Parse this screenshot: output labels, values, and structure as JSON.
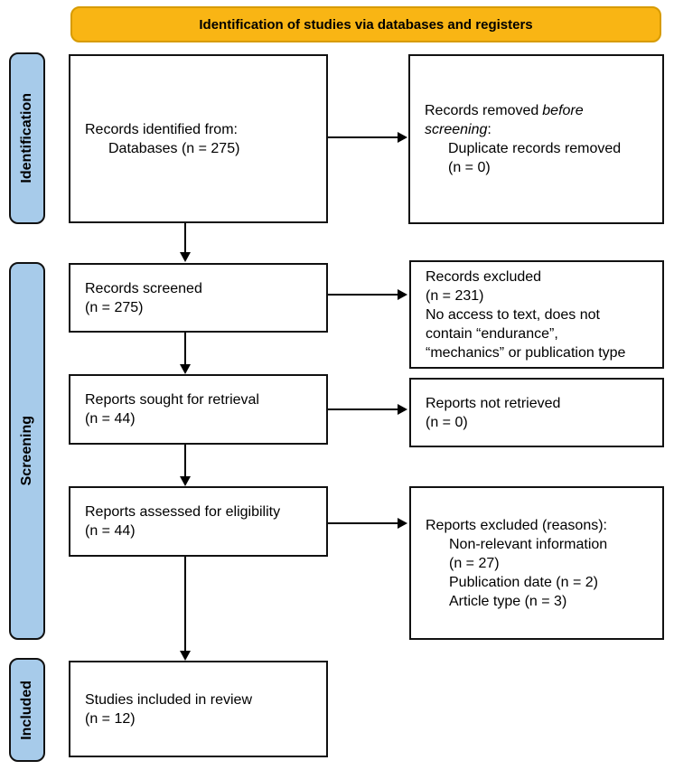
{
  "banner": {
    "label": "Identification of studies via databases and registers"
  },
  "stages": {
    "identification": "Identification",
    "screening": "Screening",
    "included": "Included"
  },
  "colors": {
    "banner_fill": "#F9B514",
    "banner_border": "#D79B00",
    "stage_fill": "#A7CBEA",
    "box_border": "#111111",
    "arrow": "#000000"
  },
  "boxes": {
    "records_identified": {
      "line1": "Records identified from:",
      "line2_indented": "Databases (n = 275)"
    },
    "records_removed": {
      "line1_normal": "Records removed",
      "line1_italic": "before",
      "line2_italic": "screening",
      "line2_normal": ":",
      "item_line1": "Duplicate records removed",
      "item_line2": "(n = 0)"
    },
    "records_screened": {
      "line1": "Records screened",
      "line2": "(n = 275)"
    },
    "records_excluded": {
      "line1": "Records excluded",
      "line2": "(n = 231)",
      "line3": "No access to text, does not",
      "line4": "contain “endurance”,",
      "line5": "“mechanics” or publication type"
    },
    "reports_sought": {
      "line1": "Reports sought for retrieval",
      "line2": "(n = 44)"
    },
    "reports_not_retrieved": {
      "line1": "Reports not retrieved",
      "line2": "(n = 0)"
    },
    "reports_assessed": {
      "line1": "Reports assessed for eligibility",
      "line2": "(n = 44)"
    },
    "reports_excluded": {
      "line1": "Reports excluded (reasons):",
      "item1": "Non-relevant information",
      "item2": "(n = 27)",
      "item3": "Publication date (n = 2)",
      "item4": "Article type (n = 3)"
    },
    "studies_included": {
      "line1": "Studies included in review",
      "line2": "(n = 12)"
    }
  }
}
